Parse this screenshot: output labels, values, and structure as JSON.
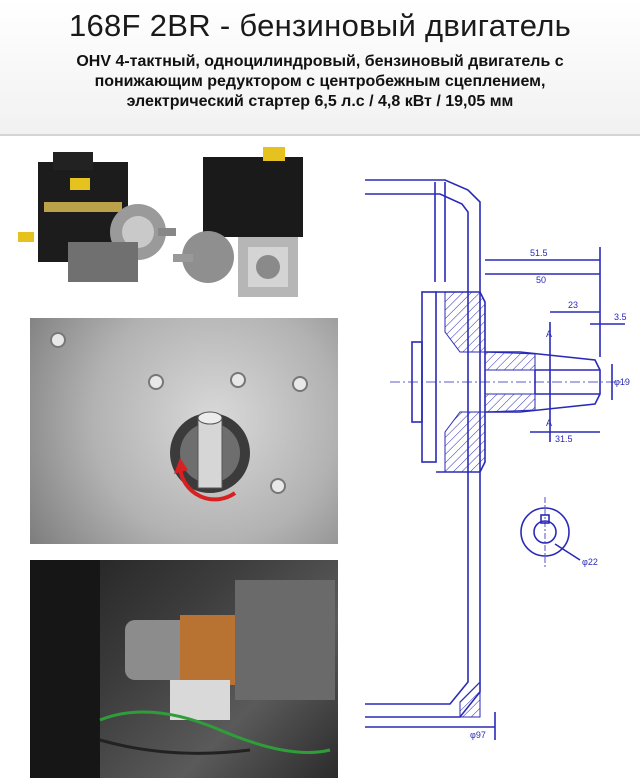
{
  "header": {
    "title": "168F 2BR - бензиновый двигатель",
    "subtitle": "OHV 4-тактный, одноцилиндровый, бензиновый двигатель с понижающим редуктором с центробежным сцеплением, электрический стартер 6,5 л.с / 4,8 кВт / 19,05 мм"
  },
  "drawing": {
    "dims": {
      "d515": "51.5",
      "d50": "50",
      "d23": "23",
      "d35": "3.5",
      "d315": "31.5",
      "section_a_top": "A",
      "section_a_bottom": "A",
      "shaft_dia": "φ19",
      "keyway_dia": "φ22",
      "bottom_dim": "φ97"
    }
  },
  "colors": {
    "drawing_line": "#2a2ab8",
    "hatch": "#2a2ab8"
  }
}
